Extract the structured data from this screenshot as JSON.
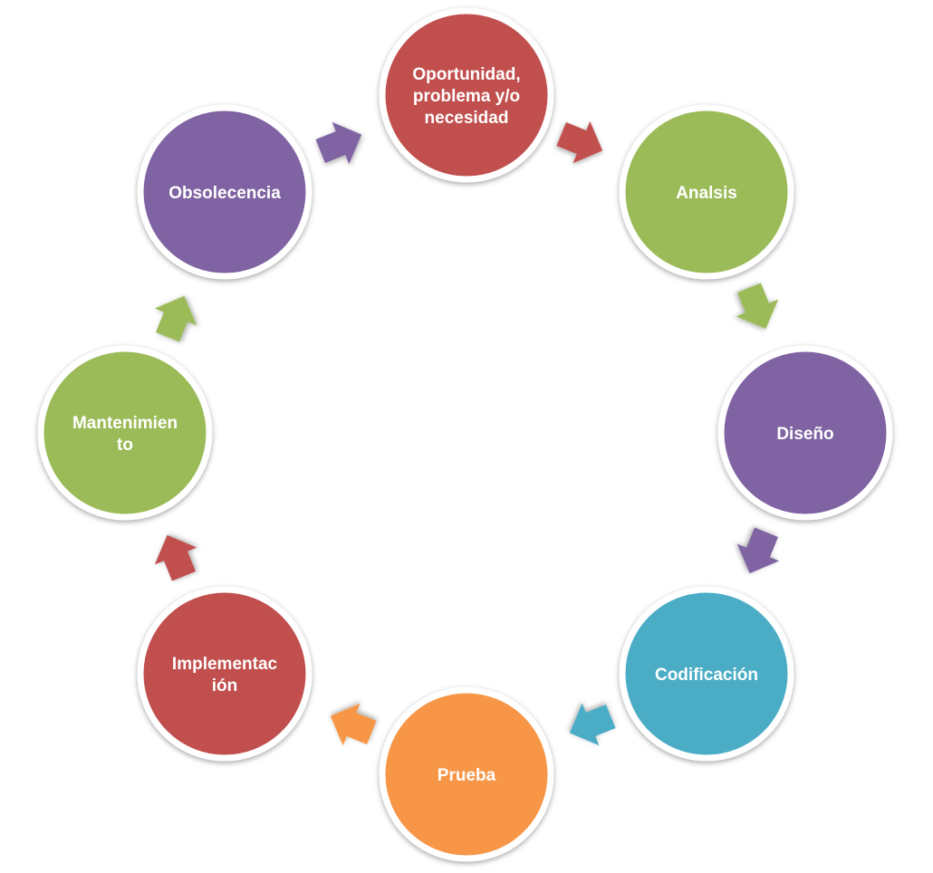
{
  "colors": {
    "red": "#C0504D",
    "green": "#9BBB59",
    "purple": "#8064A2",
    "teal": "#4BACC6",
    "orange": "#F79646"
  },
  "stages": [
    {
      "lines": [
        "Oportunidad,",
        "problema y/o",
        "necesidad"
      ],
      "color": "#C0504D"
    },
    {
      "lines": [
        "Analsis"
      ],
      "color": "#9BBB59"
    },
    {
      "lines": [
        "Diseño"
      ],
      "color": "#8064A2"
    },
    {
      "lines": [
        "Codificación"
      ],
      "color": "#4BACC6"
    },
    {
      "lines": [
        "Prueba"
      ],
      "color": "#F79646"
    },
    {
      "lines": [
        "Implementac",
        "ión"
      ],
      "color": "#C0504D"
    },
    {
      "lines": [
        "Mantenimien",
        "to"
      ],
      "color": "#9BBB59"
    },
    {
      "lines": [
        "Obsolecencia"
      ],
      "color": "#8064A2"
    }
  ],
  "arrows": [
    {
      "icon": "arrow-right-icon",
      "color": "#C0504D"
    },
    {
      "icon": "arrow-right-icon",
      "color": "#9BBB59"
    },
    {
      "icon": "arrow-right-icon",
      "color": "#8064A2"
    },
    {
      "icon": "arrow-right-icon",
      "color": "#4BACC6"
    },
    {
      "icon": "arrow-right-icon",
      "color": "#F79646"
    },
    {
      "icon": "arrow-right-icon",
      "color": "#C0504D"
    },
    {
      "icon": "arrow-right-icon",
      "color": "#9BBB59"
    },
    {
      "icon": "arrow-right-icon",
      "color": "#8064A2"
    }
  ]
}
